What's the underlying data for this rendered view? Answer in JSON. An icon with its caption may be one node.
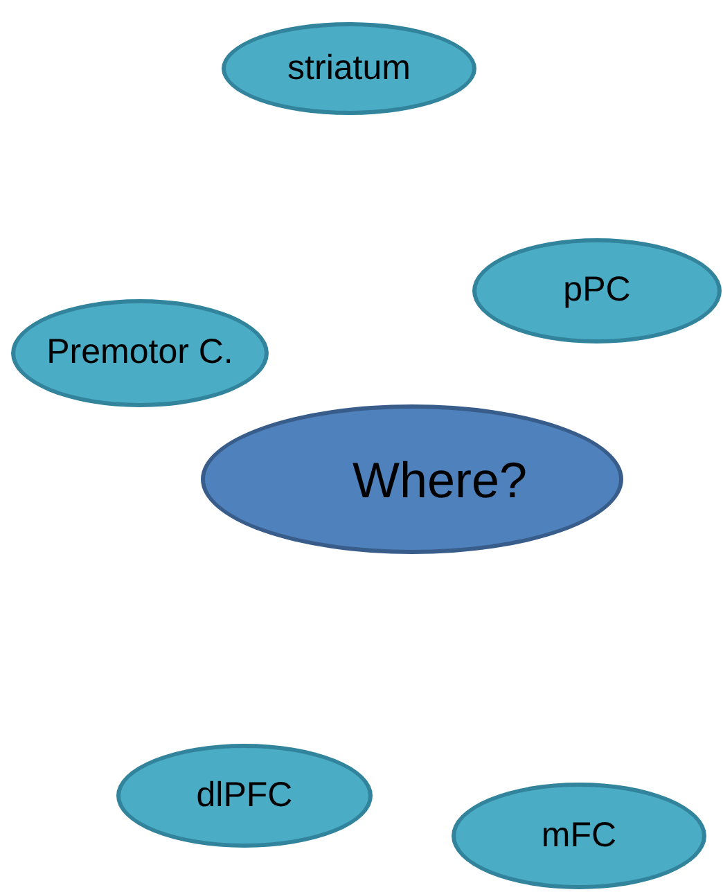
{
  "diagram": {
    "nodes": [
      {
        "text": [
          "striatum"
        ]
      },
      {
        "text": [
          "pPC"
        ]
      },
      {
        "text": [
          "Premotor C."
        ]
      },
      {
        "text": [
          "Where?"
        ]
      },
      {
        "text": [
          "dlPFC"
        ]
      },
      {
        "text": [
          "mFC"
        ]
      }
    ]
  }
}
